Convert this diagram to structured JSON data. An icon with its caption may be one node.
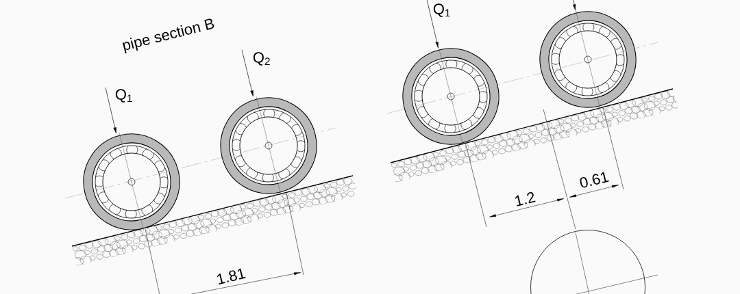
{
  "diagram": {
    "labels": [
      "pipe section B",
      "Q$_{1}$",
      "Q$_{2}$",
      "1.81",
      "Q$_{1}$",
      "1.2",
      "0.61"
    ]
  }
}
